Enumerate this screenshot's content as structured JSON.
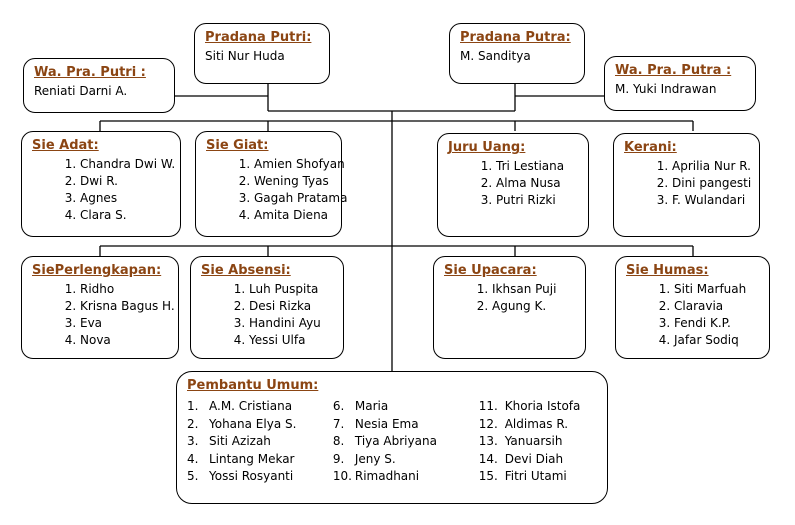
{
  "pradana_putri": {
    "title": "Pradana Putri:",
    "name": "Siti Nur Huda"
  },
  "pradana_putra": {
    "title": "Pradana Putra:",
    "name": "M. Sanditya"
  },
  "wapra_putri": {
    "title": "Wa. Pra. Putri :",
    "name": "Reniati Darni A."
  },
  "wapra_putra": {
    "title": "Wa. Pra. Putra :",
    "name": "M. Yuki Indrawan"
  },
  "sie_adat": {
    "title": "Sie Adat:",
    "members": [
      "Chandra Dwi W.",
      "Dwi R.",
      "Agnes",
      "Clara S."
    ]
  },
  "sie_giat": {
    "title": "Sie Giat:",
    "members": [
      "Amien Shofyan",
      "Wening Tyas",
      "Gagah Pratama",
      "Amita Diena"
    ]
  },
  "juru_uang": {
    "title": "Juru Uang:",
    "members": [
      "Tri Lestiana",
      "Alma Nusa",
      "Putri Rizki"
    ]
  },
  "kerani": {
    "title": "Kerani:",
    "members": [
      "Aprilia Nur R.",
      "Dini pangesti",
      "F. Wulandari"
    ]
  },
  "sie_perlengkapan": {
    "title": "SiePerlengkapan:",
    "members": [
      "Ridho",
      "Krisna Bagus H.",
      "Eva",
      "Nova"
    ]
  },
  "sie_absensi": {
    "title": "Sie Absensi:",
    "members": [
      "Luh Puspita",
      "Desi Rizka",
      "Handini Ayu",
      "Yessi Ulfa"
    ]
  },
  "sie_upacara": {
    "title": "Sie Upacara:",
    "members": [
      "Ikhsan Puji",
      "Agung K."
    ]
  },
  "sie_humas": {
    "title": "Sie Humas:",
    "members": [
      "Siti Marfuah",
      "Claravia",
      "Fendi K.P.",
      "Jafar Sodiq"
    ]
  },
  "pembantu_umum": {
    "title": "Pembantu Umum:",
    "columns": [
      [
        {
          "num": "1.",
          "name": "A.M. Cristiana"
        },
        {
          "num": "2.",
          "name": "Yohana Elya S."
        },
        {
          "num": "3.",
          "name": "Siti Azizah"
        },
        {
          "num": "4.",
          "name": "Lintang Mekar"
        },
        {
          "num": "5.",
          "name": "Yossi Rosyanti"
        }
      ],
      [
        {
          "num": "6.",
          "name": "Maria"
        },
        {
          "num": "7.",
          "name": "Nesia Ema"
        },
        {
          "num": "8.",
          "name": "Tiya Abriyana"
        },
        {
          "num": "9.",
          "name": "Jeny S."
        },
        {
          "num": "10.",
          "name": "Rimadhani"
        }
      ],
      [
        {
          "num": "11.",
          "name": "Khoria Istofa"
        },
        {
          "num": "12.",
          "name": "Aldimas R."
        },
        {
          "num": "13.",
          "name": "Yanuarsih"
        },
        {
          "num": "14.",
          "name": "Devi Diah"
        },
        {
          "num": "15.",
          "name": "Fitri Utami"
        }
      ]
    ]
  }
}
